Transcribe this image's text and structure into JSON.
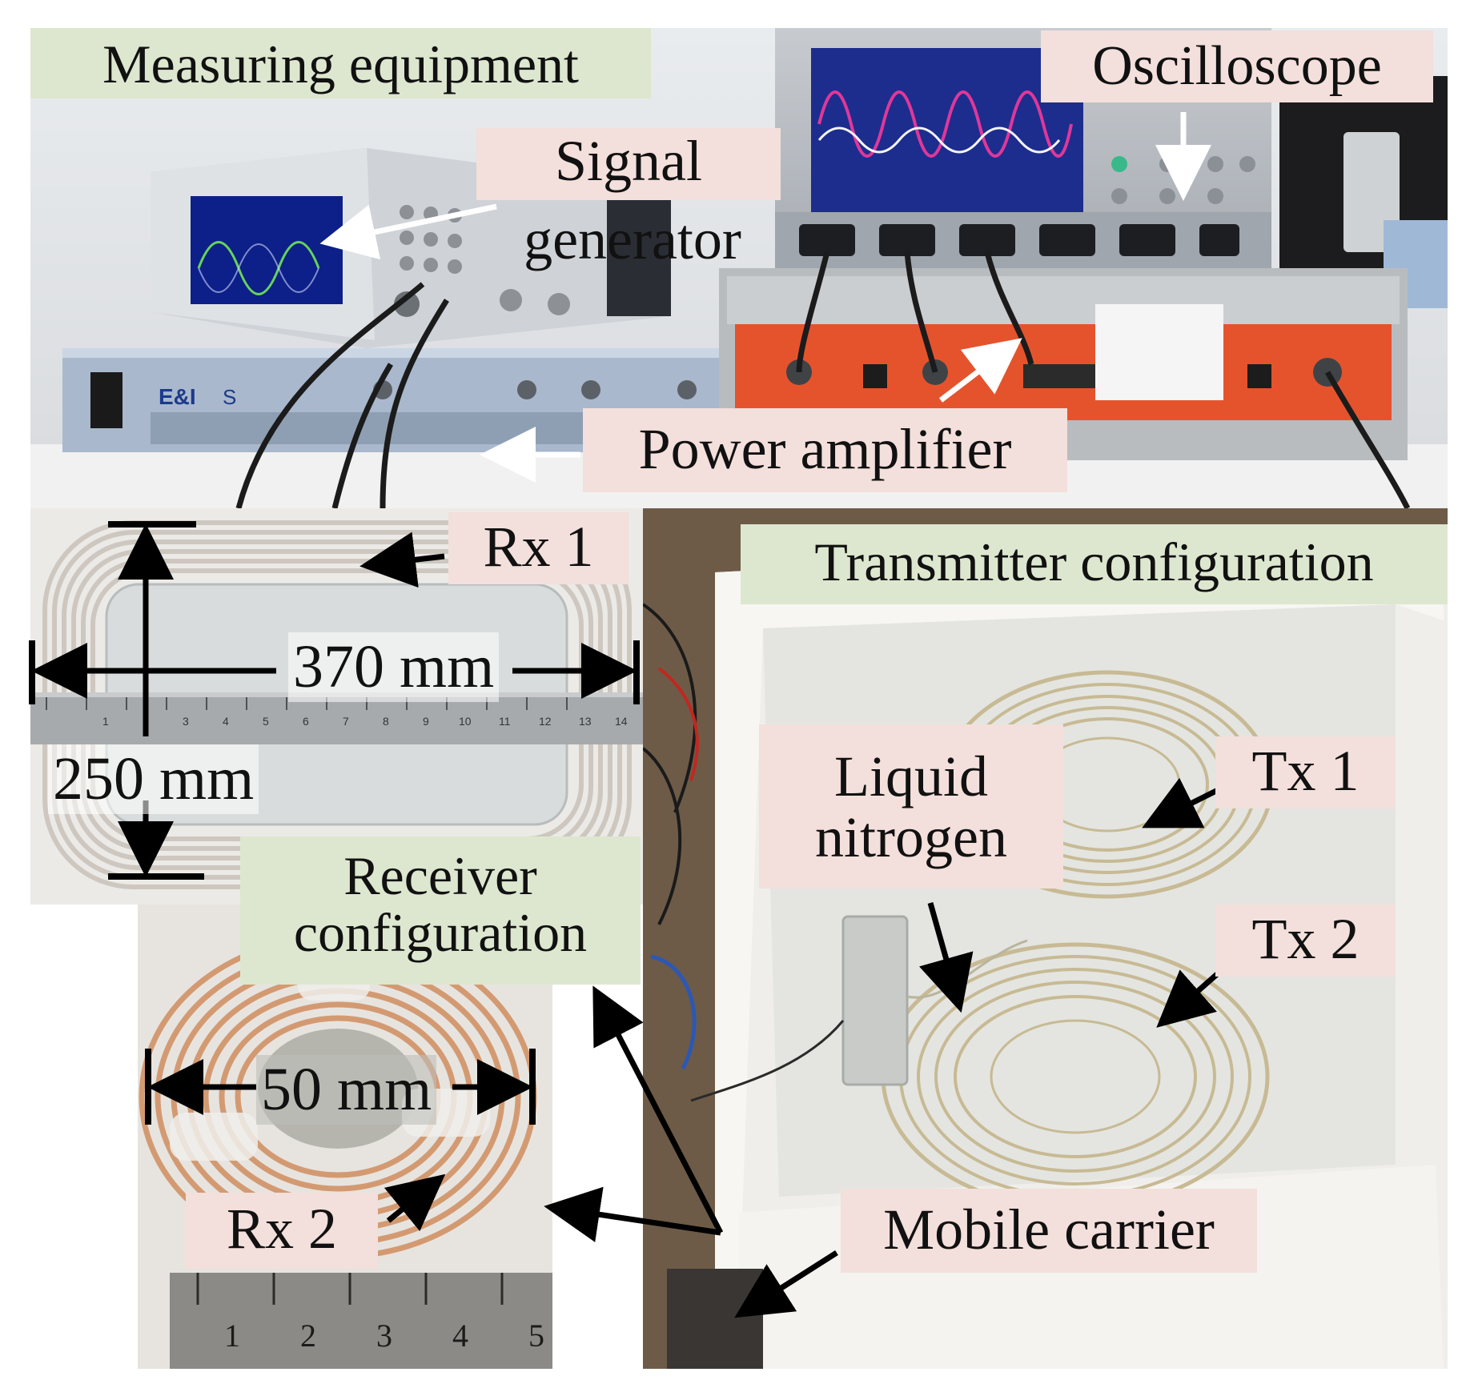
{
  "figure": {
    "labels": {
      "measuring_equipment": "Measuring equipment",
      "signal_generator_line1": "Signal",
      "signal_generator_line2": "generator",
      "oscilloscope": "Oscilloscope",
      "power_amplifier": "Power amplifier",
      "rx1": "Rx 1",
      "transmitter_configuration": "Transmitter configuration",
      "dim_370": "370 mm",
      "dim_250": "250 mm",
      "liquid_nitrogen_line1": "Liquid",
      "liquid_nitrogen_line2": "nitrogen",
      "tx1": "Tx 1",
      "tx2": "Tx 2",
      "receiver_configuration_line1": "Receiver",
      "receiver_configuration_line2": "configuration",
      "dim_50": "50 mm",
      "rx2": "Rx 2",
      "mobile_carrier": "Mobile carrier"
    },
    "ruler_large_marks": [
      "1",
      "2",
      "3",
      "4",
      "5",
      "6",
      "7",
      "8",
      "9",
      "10",
      "11",
      "12",
      "13",
      "14"
    ],
    "ruler_small_marks": [
      "1",
      "2",
      "3",
      "4",
      "5"
    ],
    "colors": {
      "label_green": "#dde7cf",
      "label_pink": "#f3dfdb",
      "amplifier_orange": "#e5532d",
      "scope_trace_magenta": "#e0379a"
    }
  }
}
